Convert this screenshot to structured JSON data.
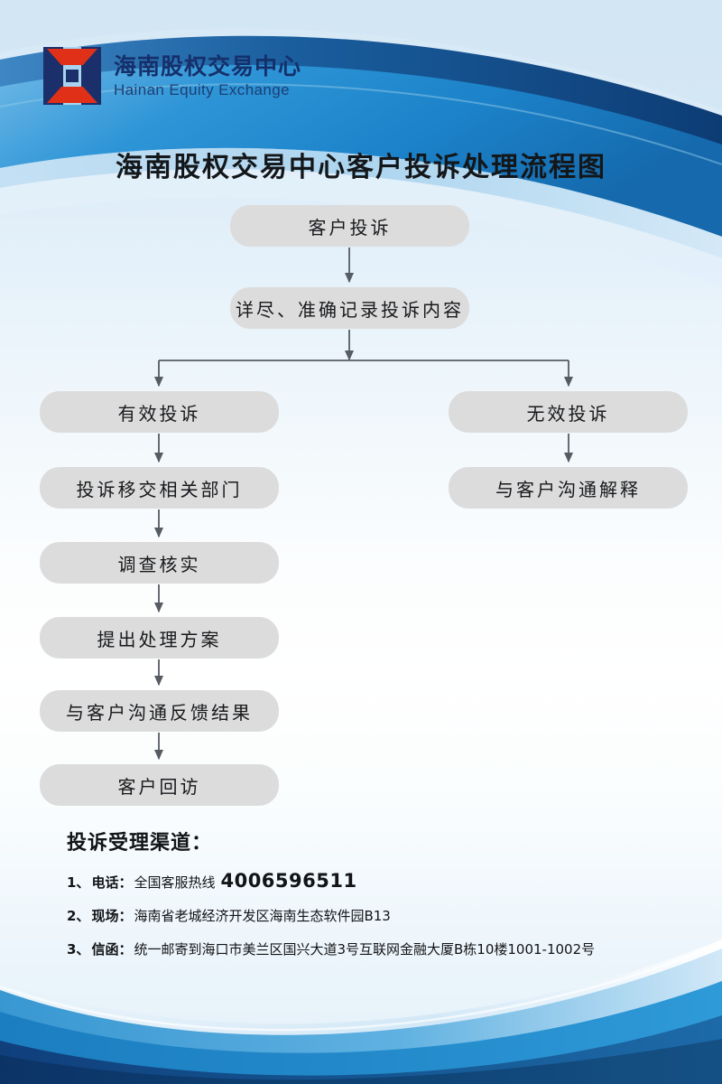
{
  "brand": {
    "name_cn": "海南股权交易中心",
    "name_en": "Hainan Equity Exchange",
    "logo_colors": {
      "navy": "#1b2f6b",
      "red": "#e03018",
      "light": "#a9d4ef"
    }
  },
  "title": "海南股权交易中心客户投诉处理流程图",
  "flow": {
    "nodes": [
      {
        "id": "n0",
        "label": "客户投诉"
      },
      {
        "id": "n1",
        "label": "详尽、准确记录投诉内容"
      },
      {
        "id": "l0",
        "label": "有效投诉"
      },
      {
        "id": "l1",
        "label": "投诉移交相关部门"
      },
      {
        "id": "l2",
        "label": "调查核实"
      },
      {
        "id": "l3",
        "label": "提出处理方案"
      },
      {
        "id": "l4",
        "label": "与客户沟通反馈结果"
      },
      {
        "id": "l5",
        "label": "客户回访"
      },
      {
        "id": "r0",
        "label": "无效投诉"
      },
      {
        "id": "r1",
        "label": "与客户沟通解释"
      }
    ],
    "node_fill": "#dcdcdc",
    "connector_color": "#555c63"
  },
  "contact": {
    "title": "投诉受理渠道：",
    "rows": [
      {
        "index": "1、",
        "label": "电话：",
        "value": "全国客服热线",
        "extra": "4006596511"
      },
      {
        "index": "2、",
        "label": "现场：",
        "value": "海南省老城经济开发区海南生态软件园B13",
        "extra": ""
      },
      {
        "index": "3、",
        "label": "信函：",
        "value": "统一邮寄到海口市美兰区国兴大道3号互联网金融大厦B栋10楼1001-1002号",
        "extra": ""
      }
    ]
  },
  "decoration": {
    "background_gradient_top": "#d6e8f6",
    "background_gradient_mid": "#ffffff",
    "wave_dark": "#10447e",
    "wave_mid": "#1a7fc1",
    "wave_light": "#6cb8e4"
  }
}
